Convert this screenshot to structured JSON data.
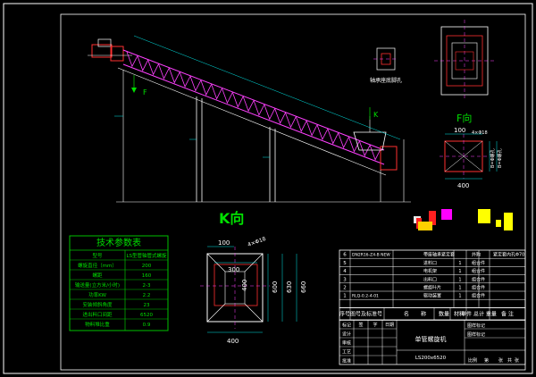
{
  "labels": {
    "f_marker": "F",
    "k_marker": "K",
    "f_view": "F向",
    "k_view": "K向",
    "bearing_hole": "轴承座底脚孔",
    "dim_100": "100",
    "dim_400": "400",
    "dim_300": "300",
    "dim_630": "630",
    "dim_600": "600",
    "dim_660": "660",
    "dim_4x": "4×Φ18",
    "dim_b_hole": "B=Φ螺孔",
    "dim_b_eq": "B=Φ螺孔"
  },
  "tech_table": {
    "title": "技术参数表",
    "rows": [
      [
        "型号",
        "LS型管轴管式螺旋"
      ],
      [
        "螺旋直径（mm）",
        "200"
      ],
      [
        "螺距",
        "160"
      ],
      [
        "输送量(立方米/小时)",
        "2-3"
      ],
      [
        "功率KW",
        "2.2"
      ],
      [
        "安装倾斜角度",
        "23"
      ],
      [
        "进出料口间距",
        "6520"
      ],
      [
        "物料堆比重",
        "0.9"
      ]
    ]
  },
  "parts_table": {
    "rows": [
      [
        "6",
        "DN2R16-Z4-B",
        "NEW",
        "带座轴承紧定套",
        "",
        "",
        "外购",
        "紧定套内孔Φ70"
      ],
      [
        "5",
        "",
        "",
        "进料口",
        "1",
        "",
        "组合件",
        ""
      ],
      [
        "4",
        "",
        "",
        "电机架",
        "1",
        "",
        "组合件",
        ""
      ],
      [
        "3",
        "",
        "",
        "出料口",
        "1",
        "",
        "组合件",
        ""
      ],
      [
        "2",
        "",
        "",
        "螺旋叶片",
        "1",
        "",
        "组合件",
        ""
      ],
      [
        "1",
        "RLQ-0.2-4-01",
        "",
        "驱动装置",
        "1",
        "",
        "组合件",
        ""
      ]
    ],
    "header": [
      "序号",
      "图号及标准号",
      "名",
      "称",
      "数量",
      "材料",
      "单件 总计 重量",
      "备 注"
    ]
  },
  "title_block": {
    "left_rows": [
      "标记",
      "设计",
      "审核",
      "工艺",
      "批准"
    ],
    "cols": [
      "签",
      "字",
      "日期"
    ],
    "drawing_name": "单管螺旋机",
    "drawing_no": "LS200x6520",
    "right_rows": [
      "图样标记",
      "图样标记"
    ],
    "bottom": [
      "比例",
      "第",
      "张",
      "共",
      "张"
    ]
  },
  "colors": {
    "frame": "#ffffff",
    "outline": "#ff3030",
    "center": "#ff40ff",
    "dim": "#00e5e5",
    "text_green": "#00e000",
    "yellow": "#f0e000"
  }
}
